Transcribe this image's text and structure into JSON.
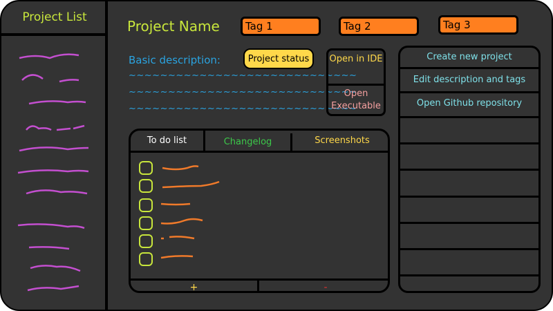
{
  "sidebar": {
    "title": "Project List",
    "squiggle_color": "#c44fd0"
  },
  "header": {
    "project_name": "Project Name",
    "tags": [
      "Tag 1",
      "Tag 2",
      "Tag 3"
    ]
  },
  "description": {
    "label": "Basic description:",
    "lines": [
      "~~~~~~~~~~~~~~~~~~~~~~~~~~~~~",
      "~~~~~~~~~~~~~~~~~~~~~~~~~~~~~",
      "~~~~~~~~~~~~~~~~~~~~~~~~~~~~~"
    ]
  },
  "status": {
    "label": "Project status"
  },
  "actions": {
    "open_ide": "Open in IDE",
    "open_exe": "Open Executable"
  },
  "side_panel": {
    "create": "Create new project",
    "edit": "Edit description and tags",
    "github": "Open Github repository"
  },
  "tabs": {
    "todo": "To do list",
    "changelog": "Changelog",
    "screenshots": "Screenshots"
  },
  "footer": {
    "add": "+",
    "remove": "-"
  },
  "colors": {
    "accent_green": "#c8e63c",
    "tag_orange": "#ff7f1f",
    "desc_blue": "#2aa3e0",
    "status_yellow": "#ffd84a",
    "cyan_text": "#7fe0e8",
    "todo_orange": "#f07a2a",
    "remove_red": "#e03030"
  }
}
